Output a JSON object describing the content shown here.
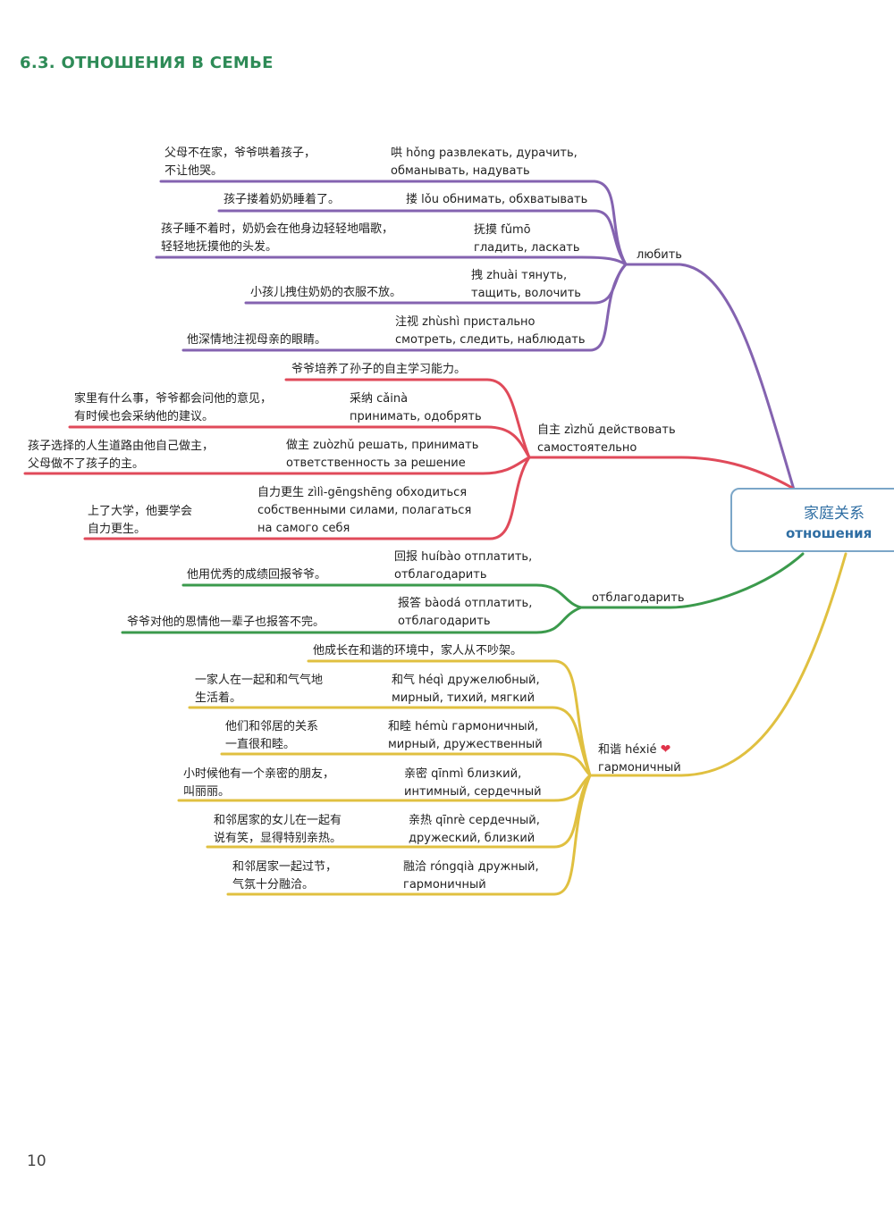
{
  "page_title": "6.3. ОТНОШЕНИЯ В СЕМЬЕ",
  "page_number": "10",
  "colors": {
    "love": "#8463b0",
    "independent": "#e04a5a",
    "repay": "#3b9a4c",
    "harmony": "#e0c040",
    "title": "#2e8b57",
    "center_border": "#7ba6c8"
  },
  "center": {
    "zh": "家庭关系",
    "ru": "отношения"
  },
  "branches": {
    "love": {
      "label": "любить",
      "items": [
        {
          "word": [
            "哄 hǒng развлекать, дурачить,",
            "обманывать, надувать"
          ],
          "example": [
            "父母不在家，爷爷哄着孩子，",
            "不让他哭。"
          ]
        },
        {
          "word": [
            "搂 lǒu обнимать, обхватывать"
          ],
          "example": [
            "孩子搂着奶奶睡着了。"
          ]
        },
        {
          "word": [
            "抚摸 fǔmō",
            "гладить, ласкать"
          ],
          "example": [
            "孩子睡不着时，奶奶会在他身边轻轻地唱歌，",
            "轻轻地抚摸他的头发。"
          ]
        },
        {
          "word": [
            "拽 zhuài тянуть,",
            "тащить, волочить"
          ],
          "example": [
            "小孩儿拽住奶奶的衣服不放。"
          ]
        },
        {
          "word": [
            "注视 zhùshì пристально",
            "смотреть, следить, наблюдать"
          ],
          "example": [
            "他深情地注视母亲的眼睛。"
          ]
        }
      ]
    },
    "independent": {
      "label": [
        "自主 zìzhǔ действовать",
        "самостоятельно"
      ],
      "items": [
        {
          "example": [
            "爷爷培养了孙子的自主学习能力。"
          ]
        },
        {
          "word": [
            "采纳 cǎinà",
            "принимать, одобрять"
          ],
          "example": [
            "家里有什么事，爷爷都会问他的意见，",
            "有时候也会采纳他的建议。"
          ]
        },
        {
          "word": [
            "做主 zuòzhǔ решать, принимать",
            "ответственность за решение"
          ],
          "example": [
            "孩子选择的人生道路由他自己做主，",
            "父母做不了孩子的主。"
          ]
        },
        {
          "word": [
            "自力更生 zìlì-gēngshēng обходиться",
            "собственными силами, полагаться",
            "на самого себя"
          ],
          "example": [
            "上了大学，他要学会",
            "自力更生。"
          ]
        }
      ]
    },
    "repay": {
      "label": "отблагодарить",
      "items": [
        {
          "word": [
            "回报 huíbào отплатить,",
            "отблагодарить"
          ],
          "example": [
            "他用优秀的成绩回报爷爷。"
          ]
        },
        {
          "word": [
            "报答 bàodá отплатить,",
            "отблагодарить"
          ],
          "example": [
            "爷爷对他的恩情他一辈子也报答不完。"
          ]
        }
      ]
    },
    "harmony": {
      "label": [
        "和谐 héxié",
        "гармоничный"
      ],
      "label_icon": "heart-icon",
      "items": [
        {
          "example": [
            "他成长在和谐的环境中，家人从不吵架。"
          ]
        },
        {
          "word": [
            "和气 héqì дружелюбный,",
            "мирный, тихий, мягкий"
          ],
          "example": [
            "一家人在一起和和气气地",
            "生活着。"
          ]
        },
        {
          "word": [
            "和睦 hémù гармоничный,",
            "мирный, дружественный"
          ],
          "example": [
            "他们和邻居的关系",
            "一直很和睦。"
          ]
        },
        {
          "word": [
            "亲密 qīnmì близкий,",
            "интимный, сердечный"
          ],
          "example": [
            "小时候他有一个亲密的朋友，",
            "叫丽丽。"
          ]
        },
        {
          "word": [
            "亲热 qīnrè сердечный,",
            "дружеский, близкий"
          ],
          "example": [
            "和邻居家的女儿在一起有",
            "说有笑，显得特别亲热。"
          ]
        },
        {
          "word": [
            "融洽 róngqià дружный,",
            "гармоничный"
          ],
          "example": [
            "和邻居家一起过节，",
            "气氛十分融洽。"
          ]
        }
      ]
    }
  }
}
